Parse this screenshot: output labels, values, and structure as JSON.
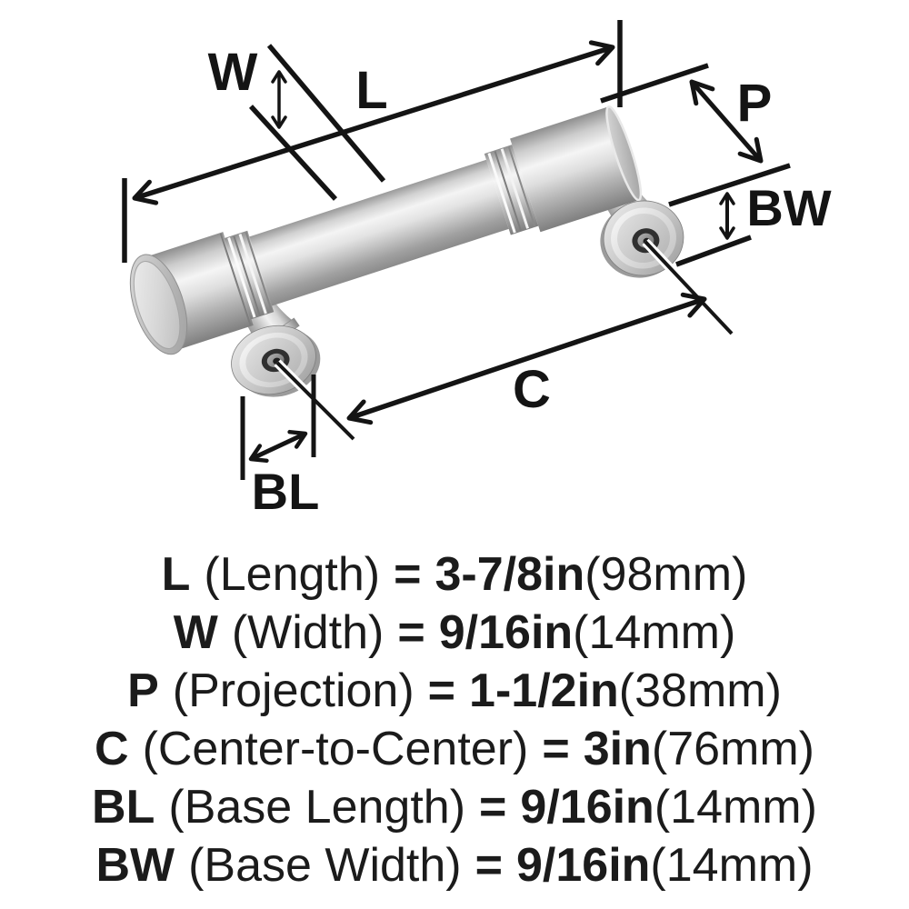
{
  "colors": {
    "background": "#ffffff",
    "line": "#141414",
    "text": "#1b1b1b",
    "metal_highlight": "#f4f4f4",
    "metal_mid": "#c9c9c9",
    "metal_shadow": "#8d8d8d"
  },
  "diagram": {
    "labels": {
      "w": "W",
      "l": "L",
      "p": "P",
      "bw": "BW",
      "c": "C",
      "bl": "BL"
    }
  },
  "specs": [
    {
      "code": "L",
      "name": "(Length)",
      "equals": "=",
      "value": "3-7/8in",
      "metric": "(98mm)"
    },
    {
      "code": "W",
      "name": "(Width)",
      "equals": "=",
      "value": "9/16in",
      "metric": "(14mm)"
    },
    {
      "code": "P",
      "name": "(Projection)",
      "equals": "=",
      "value": "1-1/2in",
      "metric": "(38mm)"
    },
    {
      "code": "C",
      "name": "(Center-to-Center)",
      "equals": "=",
      "value": "3in",
      "metric": "(76mm)"
    },
    {
      "code": "BL",
      "name": "(Base Length)",
      "equals": "=",
      "value": "9/16in",
      "metric": "(14mm)"
    },
    {
      "code": "BW",
      "name": "(Base Width)",
      "equals": "=",
      "value": "9/16in",
      "metric": "(14mm)"
    }
  ]
}
